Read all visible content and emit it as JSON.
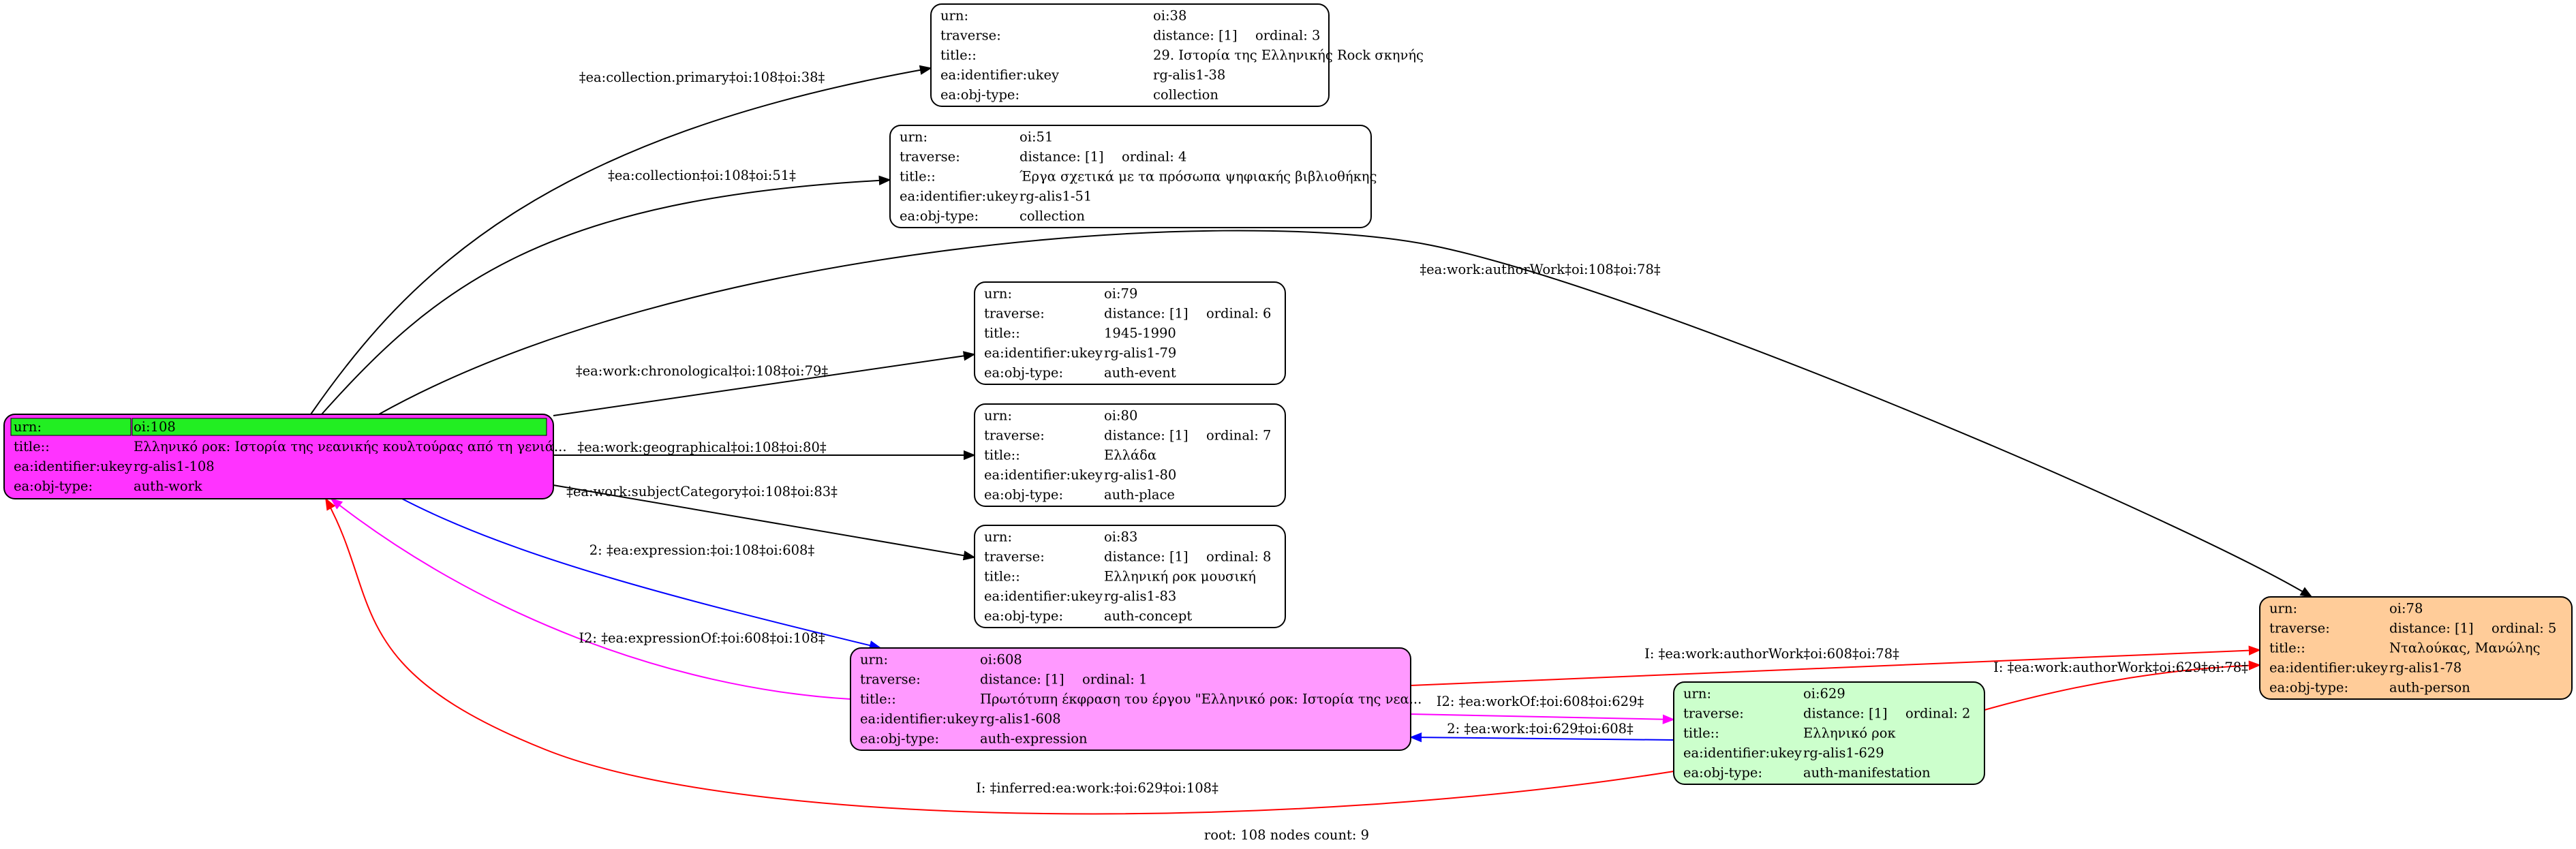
{
  "footer": "root: 108 nodes count: 9",
  "colors": {
    "root_fill": "#ff33ff",
    "root_highlight": "#22ee22",
    "expression_fill": "#ff99ff",
    "manifestation_fill": "#ccffcc",
    "person_fill": "#ffcc99",
    "plain_fill": "#ffffff",
    "edge_black": "#000000",
    "edge_blue": "#0000ff",
    "edge_magenta": "#ff00ff",
    "edge_red": "#ff0000"
  },
  "nodes": [
    {
      "id": "oi108",
      "fill": "root_fill",
      "rows": [
        {
          "k": "urn:",
          "v": "oi:108",
          "highlight": true
        },
        {
          "k": "title::",
          "v": "Ελληνικό ροκ: Ιστορία της νεανικής κουλτούρας από τη γενιά..."
        },
        {
          "k": "ea:identifier:ukey",
          "v": "rg-alis1-108"
        },
        {
          "k": "ea:obj-type:",
          "v": "auth-work"
        }
      ]
    },
    {
      "id": "oi38",
      "fill": "plain_fill",
      "rows": [
        {
          "k": "urn:",
          "v": "oi:38"
        },
        {
          "k": "traverse:",
          "v": "distance: [1]",
          "v2": "ordinal: 3"
        },
        {
          "k": "title::",
          "v": "29. Ιστορία της Ελληνικής Rock σκηνής"
        },
        {
          "k": "ea:identifier:ukey",
          "v": "rg-alis1-38"
        },
        {
          "k": "ea:obj-type:",
          "v": "collection"
        }
      ]
    },
    {
      "id": "oi51",
      "fill": "plain_fill",
      "rows": [
        {
          "k": "urn:",
          "v": "oi:51"
        },
        {
          "k": "traverse:",
          "v": "distance: [1]",
          "v2": "ordinal: 4"
        },
        {
          "k": "title::",
          "v": "Έργα σχετικά με τα πρόσωπα ψηφιακής βιβλιοθήκης"
        },
        {
          "k": "ea:identifier:ukey",
          "v": "rg-alis1-51"
        },
        {
          "k": "ea:obj-type:",
          "v": "collection"
        }
      ]
    },
    {
      "id": "oi79",
      "fill": "plain_fill",
      "rows": [
        {
          "k": "urn:",
          "v": "oi:79"
        },
        {
          "k": "traverse:",
          "v": "distance: [1]",
          "v2": "ordinal: 6"
        },
        {
          "k": "title::",
          "v": "1945-1990"
        },
        {
          "k": "ea:identifier:ukey",
          "v": "rg-alis1-79"
        },
        {
          "k": "ea:obj-type:",
          "v": "auth-event"
        }
      ]
    },
    {
      "id": "oi80",
      "fill": "plain_fill",
      "rows": [
        {
          "k": "urn:",
          "v": "oi:80"
        },
        {
          "k": "traverse:",
          "v": "distance: [1]",
          "v2": "ordinal: 7"
        },
        {
          "k": "title::",
          "v": "Ελλάδα"
        },
        {
          "k": "ea:identifier:ukey",
          "v": "rg-alis1-80"
        },
        {
          "k": "ea:obj-type:",
          "v": "auth-place"
        }
      ]
    },
    {
      "id": "oi83",
      "fill": "plain_fill",
      "rows": [
        {
          "k": "urn:",
          "v": "oi:83"
        },
        {
          "k": "traverse:",
          "v": "distance: [1]",
          "v2": "ordinal: 8"
        },
        {
          "k": "title::",
          "v": "Ελληνική ροκ μουσική"
        },
        {
          "k": "ea:identifier:ukey",
          "v": "rg-alis1-83"
        },
        {
          "k": "ea:obj-type:",
          "v": "auth-concept"
        }
      ]
    },
    {
      "id": "oi608",
      "fill": "expression_fill",
      "rows": [
        {
          "k": "urn:",
          "v": "oi:608"
        },
        {
          "k": "traverse:",
          "v": "distance: [1]",
          "v2": "ordinal: 1"
        },
        {
          "k": "title::",
          "v": "Πρωτότυπη έκφραση του έργου \"Ελληνικό ροκ: Ιστορία της νεα..."
        },
        {
          "k": "ea:identifier:ukey",
          "v": "rg-alis1-608"
        },
        {
          "k": "ea:obj-type:",
          "v": "auth-expression"
        }
      ]
    },
    {
      "id": "oi629",
      "fill": "manifestation_fill",
      "rows": [
        {
          "k": "urn:",
          "v": "oi:629"
        },
        {
          "k": "traverse:",
          "v": "distance: [1]",
          "v2": "ordinal: 2"
        },
        {
          "k": "title::",
          "v": "Ελληνικό ροκ"
        },
        {
          "k": "ea:identifier:ukey",
          "v": "rg-alis1-629"
        },
        {
          "k": "ea:obj-type:",
          "v": "auth-manifestation"
        }
      ]
    },
    {
      "id": "oi78",
      "fill": "person_fill",
      "rows": [
        {
          "k": "urn:",
          "v": "oi:78"
        },
        {
          "k": "traverse:",
          "v": "distance: [1]",
          "v2": "ordinal: 5"
        },
        {
          "k": "title::",
          "v": "Νταλούκας, Μανώλης"
        },
        {
          "k": "ea:identifier:ukey",
          "v": "rg-alis1-78"
        },
        {
          "k": "ea:obj-type:",
          "v": "auth-person"
        }
      ]
    }
  ],
  "edges": [
    {
      "id": "e1",
      "from": "oi108",
      "to": "oi38",
      "color": "edge_black",
      "label": "‡ea:collection.primary‡oi:108‡oi:38‡"
    },
    {
      "id": "e2",
      "from": "oi108",
      "to": "oi51",
      "color": "edge_black",
      "label": "‡ea:collection‡oi:108‡oi:51‡"
    },
    {
      "id": "e3",
      "from": "oi108",
      "to": "oi78",
      "color": "edge_black",
      "label": "‡ea:work:authorWork‡oi:108‡oi:78‡"
    },
    {
      "id": "e4",
      "from": "oi108",
      "to": "oi79",
      "color": "edge_black",
      "label": "‡ea:work:chronological‡oi:108‡oi:79‡"
    },
    {
      "id": "e5",
      "from": "oi108",
      "to": "oi80",
      "color": "edge_black",
      "label": "‡ea:work:geographical‡oi:108‡oi:80‡"
    },
    {
      "id": "e6",
      "from": "oi108",
      "to": "oi83",
      "color": "edge_black",
      "label": "‡ea:work:subjectCategory‡oi:108‡oi:83‡"
    },
    {
      "id": "e7",
      "from": "oi108",
      "to": "oi608",
      "color": "edge_blue",
      "label": "2: ‡ea:expression:‡oi:108‡oi:608‡"
    },
    {
      "id": "e8",
      "from": "oi608",
      "to": "oi108",
      "color": "edge_magenta",
      "label": "I2: ‡ea:expressionOf:‡oi:608‡oi:108‡"
    },
    {
      "id": "e9",
      "from": "oi608",
      "to": "oi78",
      "color": "edge_red",
      "label": "I: ‡ea:work:authorWork‡oi:608‡oi:78‡"
    },
    {
      "id": "e10",
      "from": "oi608",
      "to": "oi629",
      "color": "edge_magenta",
      "label": "I2: ‡ea:workOf:‡oi:608‡oi:629‡"
    },
    {
      "id": "e11",
      "from": "oi629",
      "to": "oi608",
      "color": "edge_blue",
      "label": "2: ‡ea:work:‡oi:629‡oi:608‡"
    },
    {
      "id": "e12",
      "from": "oi629",
      "to": "oi78",
      "color": "edge_red",
      "label": "I: ‡ea:work:authorWork‡oi:629‡oi:78‡"
    },
    {
      "id": "e13",
      "from": "oi629",
      "to": "oi108",
      "color": "edge_red",
      "label": "I: ‡inferred:ea:work:‡oi:629‡oi:108‡"
    }
  ]
}
